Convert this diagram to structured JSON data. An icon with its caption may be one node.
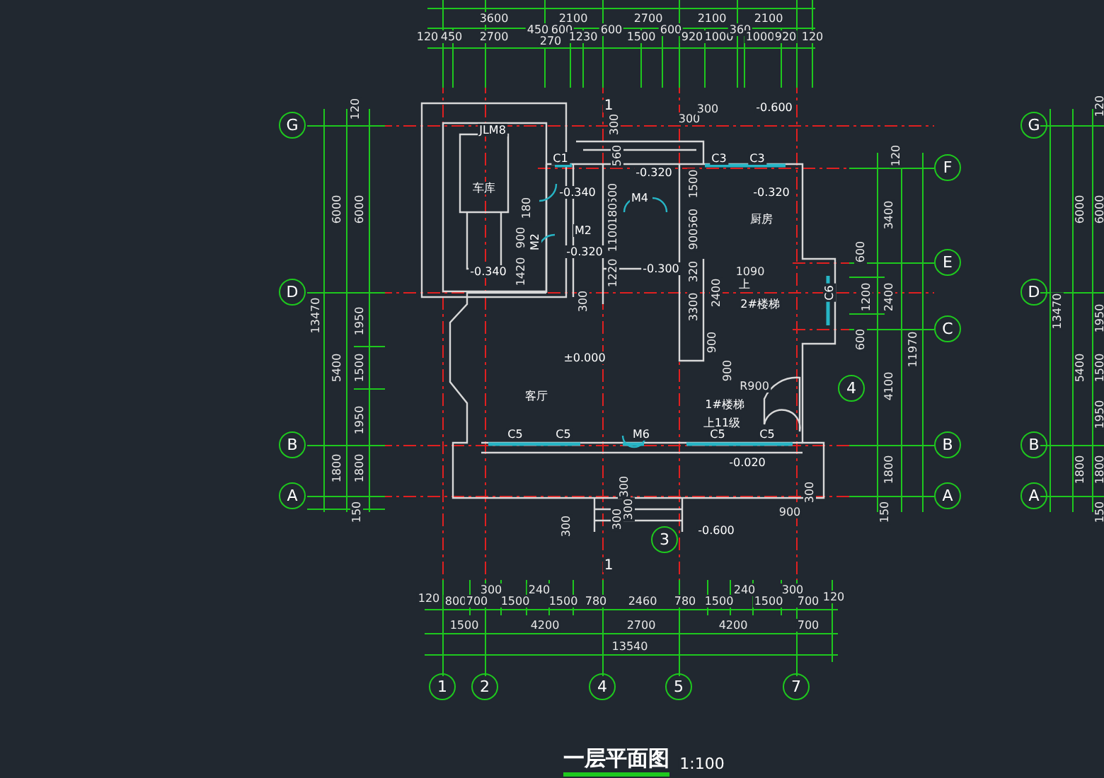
{
  "diagram": {
    "title": "一层平面图",
    "nodes": [
      {
        "text": [
          "G"
        ]
      },
      {
        "text": [
          "D"
        ]
      },
      {
        "text": [
          "B"
        ]
      },
      {
        "text": [
          "A"
        ]
      },
      {
        "text": [
          "F"
        ]
      },
      {
        "text": [
          "E"
        ]
      },
      {
        "text": [
          "C"
        ]
      },
      {
        "text": [
          "B"
        ]
      },
      {
        "text": [
          "A"
        ]
      },
      {
        "text": [
          "1"
        ]
      },
      {
        "text": [
          "2"
        ]
      },
      {
        "text": [
          "4"
        ]
      },
      {
        "text": [
          "5"
        ]
      },
      {
        "text": [
          "7"
        ]
      },
      {
        "text": [
          "G"
        ]
      },
      {
        "text": [
          "D"
        ]
      },
      {
        "text": [
          "B"
        ]
      },
      {
        "text": [
          "A"
        ]
      },
      {
        "text": [
          "3"
        ]
      },
      {
        "text": [
          "4"
        ]
      }
    ],
    "labels": [
      "3600",
      "2100",
      "2700",
      "2100",
      "2100",
      "120",
      "450",
      "2700",
      "450",
      "600",
      "270",
      "1230",
      "600",
      "1500",
      "600",
      "920",
      "1000",
      "360",
      "1000",
      "920",
      "120",
      "1",
      "300",
      "300",
      "300",
      "-0.600",
      "JLM8",
      "C1",
      "560",
      "-0.320",
      "C3",
      "C3",
      "1500",
      "车库",
      "-0.340",
      "-0.320",
      "500",
      "M4",
      "180",
      "180",
      "660",
      "厨房",
      "M2",
      "900",
      "M2",
      "1100",
      "900",
      "-0.320",
      "-0.340",
      "1420",
      "-0.300",
      "320",
      "1220",
      "1090",
      "上",
      "2400",
      "C6",
      "300",
      "2#楼梯",
      "3300",
      "900",
      "±0.000",
      "900",
      "R900",
      "客厅",
      "1#楼梯",
      "上11级",
      "C5",
      "C5",
      "M6",
      "C5",
      "C5",
      "-0.020",
      "300",
      "300",
      "300",
      "900",
      "300",
      "300",
      "-0.600",
      "1",
      "120",
      "6000",
      "6000",
      "13470",
      "1950",
      "5400",
      "1500",
      "1950",
      "1800",
      "1800",
      "150",
      "120",
      "3400",
      "600",
      "1200",
      "2400",
      "600",
      "11970",
      "4100",
      "1800",
      "150",
      "120",
      "6000",
      "6000",
      "13470",
      "1950",
      "5400",
      "1500",
      "1950",
      "1800",
      "1800",
      "150",
      "120",
      "800",
      "700",
      "300",
      "1500",
      "240",
      "1500",
      "780",
      "2460",
      "780",
      "1500",
      "240",
      "1500",
      "300",
      "700",
      "120",
      "1500",
      "4200",
      "2700",
      "4200",
      "700",
      "13540",
      "1:100"
    ]
  }
}
